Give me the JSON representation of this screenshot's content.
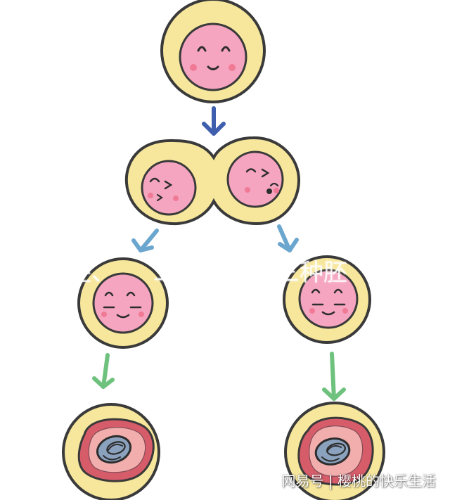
{
  "overlay_text": {
    "left": "胚、",
    "middle": "二",
    "right": "三种胚"
  },
  "watermark": "网易号 | 樱桃的快乐生活",
  "colors": {
    "cell_outer": "#f7e79c",
    "cell_stroke": "#3a3a3a",
    "nucleus": "#f5a5c0",
    "blush": "#f07a95",
    "arrow_top": "#3f5fae",
    "arrow_middle": "#6ba6cf",
    "arrow_bottom": "#6fc27d",
    "embryo_red": "#d75c6a",
    "embryo_inner": "#f4b6b2",
    "embryo_blue": "#8ba2be"
  },
  "icons": [
    "zygote-cell-icon",
    "two-cell-embryo-icon",
    "single-cell-icon",
    "embryo-with-yolk-sac-icon",
    "down-arrow-icon"
  ]
}
